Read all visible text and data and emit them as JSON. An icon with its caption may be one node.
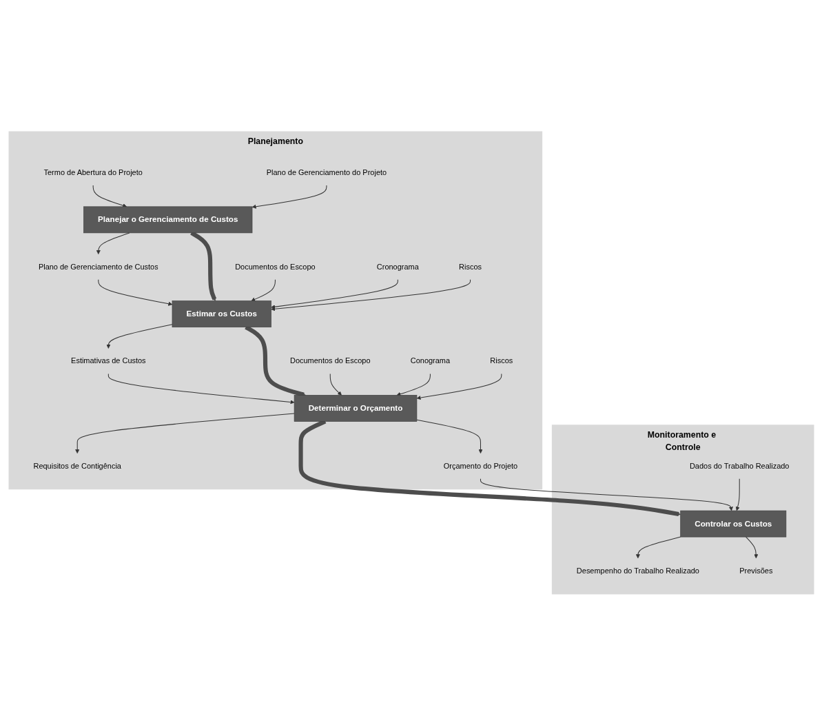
{
  "diagram": {
    "nodes": [
      {
        "text": [
          "Planejamento"
        ]
      },
      {
        "text": [
          "Termo de Abertura do Projeto"
        ],
        "in": 0
      },
      {
        "text": [
          "Plano de Gerenciamento do Projeto"
        ],
        "in": 0
      },
      {
        "text": [
          "Planejar o Gerenciamento de Custos"
        ],
        "in": 0
      },
      {
        "text": [
          "Plano de Gerenciamento de Custos"
        ],
        "in": 0
      },
      {
        "text": [
          "Estimar os Custos"
        ],
        "in": 0
      },
      {
        "text": [
          "Documentos do Escopo"
        ],
        "in": 0
      },
      {
        "text": [
          "Cronograma"
        ],
        "in": 0
      },
      {
        "text": [
          "Riscos"
        ],
        "in": 0
      },
      {
        "text": [
          "Estimativas de Custos"
        ],
        "in": 0
      },
      {
        "text": [
          "Determinar o Orçamento"
        ],
        "in": 0
      },
      {
        "text": [
          "Documentos do Escopo"
        ],
        "in": 0
      },
      {
        "text": [
          "Conograma"
        ],
        "in": 0
      },
      {
        "text": [
          "Riscos"
        ],
        "in": 0
      },
      {
        "text": [
          "Requisitos de Contigência"
        ],
        "in": 0
      },
      {
        "text": [
          "Orçamento do Projeto"
        ],
        "in": 0
      },
      {
        "text": [
          "Monitoramento e Controle"
        ]
      },
      {
        "text": [
          "Controlar os Custos"
        ],
        "in": 16
      },
      {
        "text": [
          "Dados do Trabalho Realizado"
        ],
        "in": 16
      },
      {
        "text": [
          "Desempenho do Trabalho Realizado"
        ],
        "in": 16
      },
      {
        "text": [
          "Previsões"
        ],
        "in": 16
      }
    ],
    "edges": [
      {
        "from": 1,
        "to": 3,
        "arrow": "to"
      },
      {
        "from": 2,
        "to": 3,
        "arrow": "to"
      },
      {
        "from": 3,
        "to": 4,
        "arrow": "to"
      },
      {
        "from": 4,
        "to": 5,
        "arrow": "to"
      },
      {
        "from": 3,
        "to": 5,
        "arrow": "to",
        "style": "thick",
        "color": "#4d4d4d"
      },
      {
        "from": 6,
        "to": 5,
        "arrow": "to"
      },
      {
        "from": 7,
        "to": 5,
        "arrow": "to"
      },
      {
        "from": 8,
        "to": 5,
        "arrow": "to"
      },
      {
        "from": 5,
        "to": 9,
        "arrow": "to"
      },
      {
        "from": 9,
        "to": 10,
        "arrow": "to"
      },
      {
        "from": 5,
        "to": 10,
        "arrow": "to",
        "style": "thick",
        "color": "#4d4d4d"
      },
      {
        "from": 11,
        "to": 10,
        "arrow": "to"
      },
      {
        "from": 12,
        "to": 10,
        "arrow": "to"
      },
      {
        "from": 13,
        "to": 10,
        "arrow": "to"
      },
      {
        "from": 10,
        "to": 14,
        "arrow": "to"
      },
      {
        "from": 10,
        "to": 15,
        "arrow": "to"
      },
      {
        "from": 10,
        "to": 17,
        "arrow": "to",
        "style": "thick",
        "color": "#4d4d4d"
      },
      {
        "from": 15,
        "to": 17,
        "arrow": "to"
      },
      {
        "from": 18,
        "to": 17,
        "arrow": "to"
      },
      {
        "from": 17,
        "to": 19,
        "arrow": "to"
      },
      {
        "from": 17,
        "to": 20,
        "arrow": "to"
      }
    ]
  }
}
